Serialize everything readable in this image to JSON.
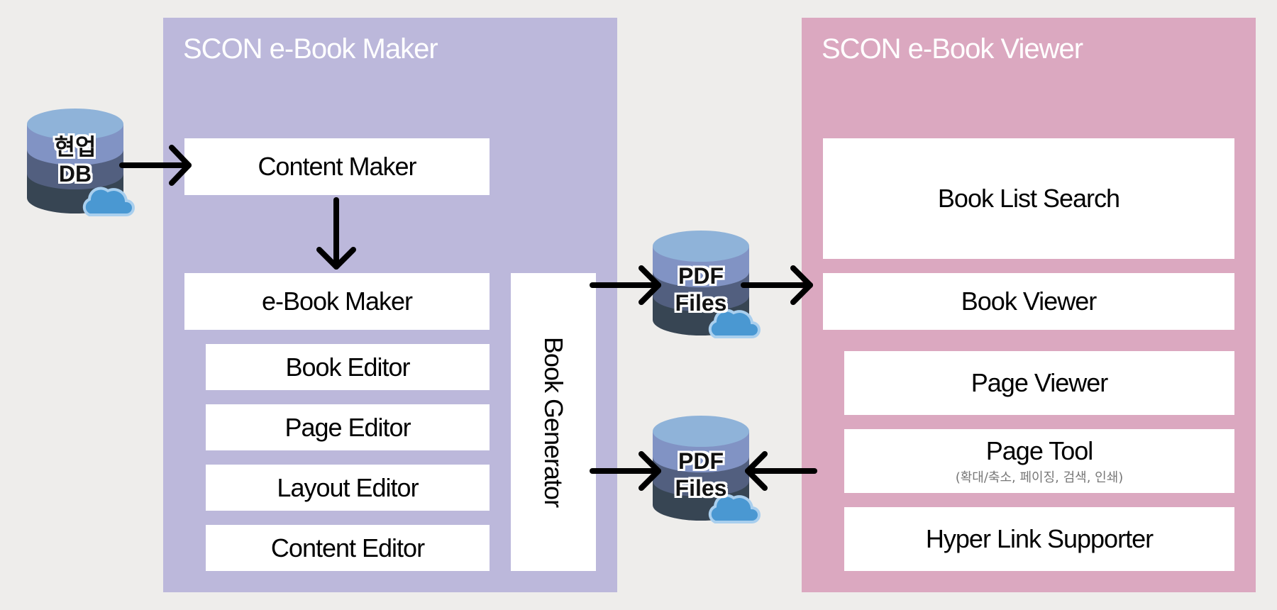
{
  "colors": {
    "background": "#eeedeb",
    "maker_panel": "#bcb8db",
    "viewer_panel": "#dba8c0",
    "box": "#ffffff",
    "cylinder_top": "#8fb3d9",
    "cylinder_band1": "#8193c4",
    "cylinder_band2": "#525f7f",
    "cylinder_band3": "#374553",
    "cloud": "#4a98d2",
    "arrow": "#000000"
  },
  "db": {
    "line1": "현업",
    "line2": "DB"
  },
  "maker": {
    "title": "SCON e-Book Maker",
    "content_maker": "Content Maker",
    "ebook_maker": "e-Book Maker",
    "editors": [
      "Book Editor",
      "Page Editor",
      "Layout Editor",
      "Content Editor"
    ],
    "book_generator": "Book Generator"
  },
  "pdf_top": {
    "line1": "PDF",
    "line2": "Files"
  },
  "pdf_bottom": {
    "line1": "PDF",
    "line2": "Files"
  },
  "viewer": {
    "title": "SCON e-Book Viewer",
    "book_list_search": "Book List Search",
    "book_viewer": "Book Viewer",
    "page_viewer": "Page Viewer",
    "page_tool": "Page Tool",
    "page_tool_sub": "(확대/축소, 페이징, 검색, 인쇄)",
    "hyperlink_supporter": "Hyper Link Supporter"
  }
}
